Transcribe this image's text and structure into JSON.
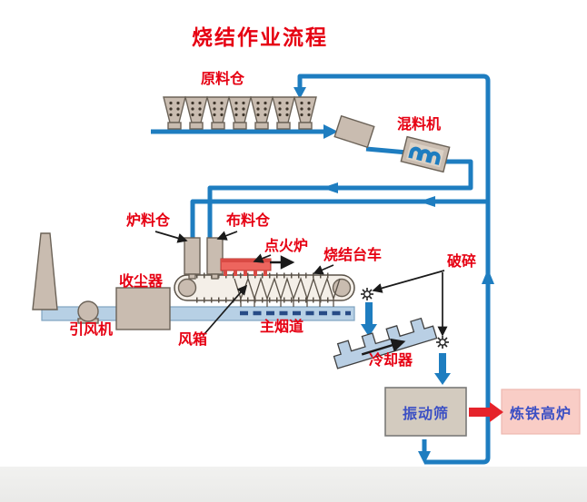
{
  "title": "烧结作业流程",
  "labels": {
    "raw_material_bins": "原料仓",
    "mixer": "混料机",
    "furnace_material_bin": "炉料仓",
    "distribution_bin": "布料仓",
    "ignition_furnace": "点火炉",
    "sinter_trolley": "烧结台车",
    "crushing": "破碎",
    "dust_collector": "收尘器",
    "induced_draft_fan": "引风机",
    "wind_box": "风箱",
    "main_flue": "主烟道",
    "cooler": "冷却器",
    "vibrating_screen": "振动筛",
    "blast_furnace": "炼铁高炉"
  },
  "colors": {
    "label_red": "#e60012",
    "flow_blue": "#1e7dc0",
    "duct_fill": "#b7d0e5",
    "duct_stroke": "#7fa3c0",
    "flue_dash_navy": "#274b86",
    "equipment_tan": "#c9bcb0",
    "equipment_stroke": "#6b6257",
    "ignition_red": "#ed655e",
    "cooler_fill": "#b9cfe4",
    "screen_box_fill": "#d3cbbf",
    "blast_furnace_fill": "#f9cdc6",
    "box_text_blue": "#3b4fc4",
    "arrow_red": "#e5232b"
  },
  "icons": {
    "crusher": "eight-spoke-star"
  }
}
